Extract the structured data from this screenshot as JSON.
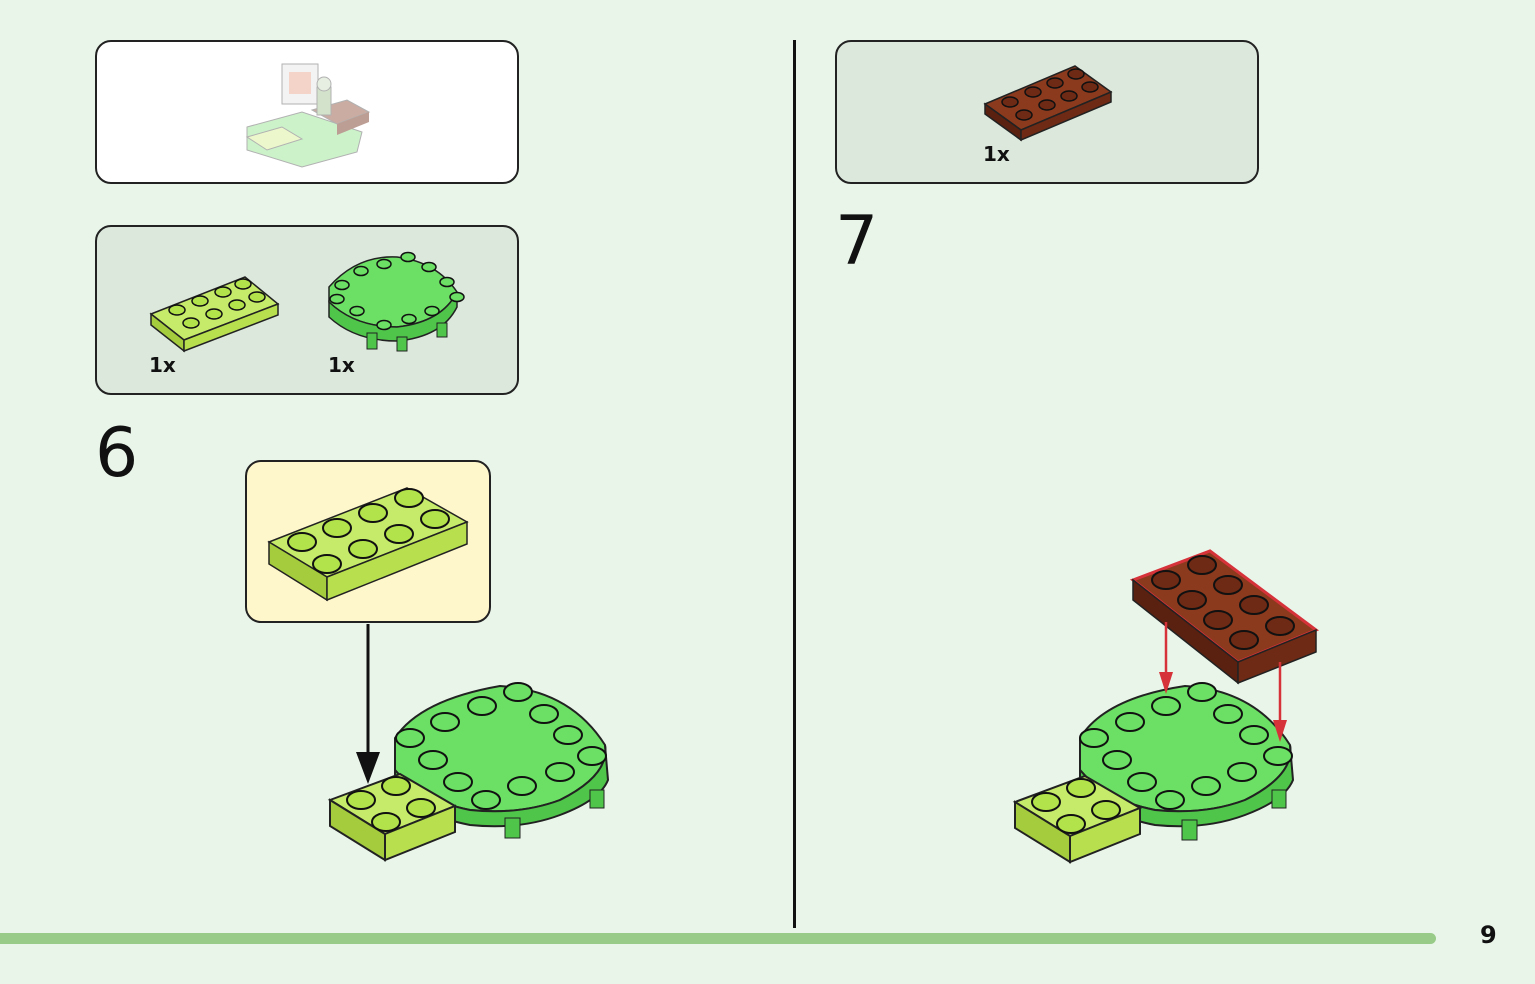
{
  "steps": {
    "left": {
      "number": "6",
      "parts": [
        {
          "qty": "1x",
          "name": "lime-plate-2x4",
          "color": "#b3e34a"
        },
        {
          "qty": "1x",
          "name": "green-round-corner-plate",
          "color": "#6be064"
        }
      ]
    },
    "right": {
      "number": "7",
      "parts": [
        {
          "qty": "1x",
          "name": "brown-plate-2x4",
          "color": "#6e2a14"
        }
      ]
    }
  },
  "page": {
    "number": "9"
  },
  "colors": {
    "background": "#eaf5ea",
    "parts_panel": "#dce8dc",
    "callout": "#fff7cc",
    "accent_bar": "#98cb88",
    "arrow_red": "#d6323a",
    "lime": "#b3e34a",
    "green": "#6be064",
    "brown": "#6e2a14"
  }
}
